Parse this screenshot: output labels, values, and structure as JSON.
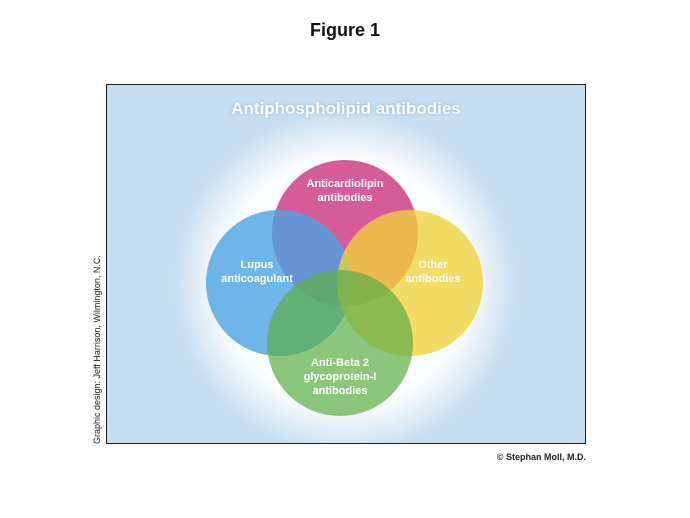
{
  "figure_title": "Figure 1",
  "panel": {
    "title": "Antiphospholipid antibodies",
    "background_color": "#c6def0"
  },
  "circles": [
    {
      "id": "anticardiolipin",
      "lines": [
        "Anticardiolipin",
        "antibodies"
      ],
      "color": "#cf3f86"
    },
    {
      "id": "lupus",
      "lines": [
        "Lupus",
        "anticoagulant"
      ],
      "color": "#4aa3e4"
    },
    {
      "id": "other",
      "lines": [
        "Other",
        "antibodies"
      ],
      "color": "#f0d23a"
    },
    {
      "id": "anti-beta2",
      "lines": [
        "Anti-Beta 2",
        "glycoprotein-I",
        "antibodies"
      ],
      "color": "#5fae4a"
    }
  ],
  "credit_vertical": "Graphic design: Jeff Harrison, Wilmington, N.C.",
  "copyright": "© Stephan Moll, M.D."
}
